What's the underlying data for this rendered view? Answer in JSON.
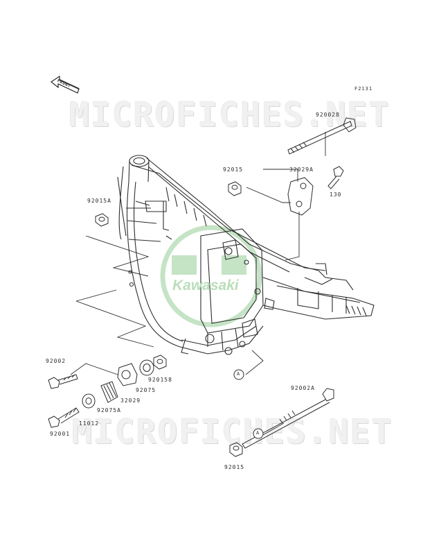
{
  "figure_code": "F2131",
  "front_arrow_label": "FRONT",
  "watermark_top": "MICROFICHES.NET",
  "watermark_bottom": "MICROFICHES.NET",
  "logo_text": "Kawasaki",
  "parts": {
    "p920028": "920028",
    "p92015_top": "92015",
    "p32029A": "32029A",
    "p130": "130",
    "p92015A": "92015A",
    "p92002": "92002",
    "p920158": "920158",
    "p92075": "92075",
    "p32029": "32029",
    "p92075A": "92075A",
    "p11012": "11012",
    "p92001": "92001",
    "p92002A": "92002A",
    "p92015_bottom": "92015"
  },
  "callout_A": "A",
  "colors": {
    "ink": "#2c2c2c",
    "logo_green": "#b9deb9",
    "watermark": "#efefef",
    "arrow_green": "#7fbf7f"
  }
}
